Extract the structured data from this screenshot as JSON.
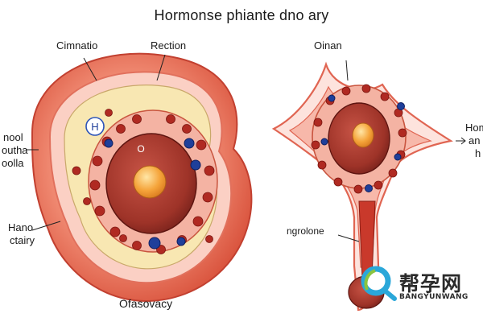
{
  "title": "Hormonse phiante dno ary",
  "labels": {
    "top_left": "Cimnatio",
    "top_center": "Rection",
    "top_right": "Oinan",
    "left_1": "nool",
    "left_2": "outha",
    "left_3": "oolla",
    "left_4": "Hano",
    "left_5": "ctairy",
    "right_1": "Hom",
    "right_2": "an",
    "right_3": "h",
    "center": "ngrolone",
    "bottom": "Ofasovacy"
  },
  "cell_marks": {
    "h_marker": "H",
    "o_marker": "O"
  },
  "watermark": {
    "chinese": "帮孕网",
    "english": "BANGYUNWANG"
  },
  "colors": {
    "outer_layer": "#e36a55",
    "inner_layer": "#f39a86",
    "cytoplasm": "#f8e7b2",
    "nucleus": "#9e3328",
    "nucleolus": "#f5a43a",
    "dots": "#1f3f9a"
  },
  "icons": {
    "watermark_logo": "magnifier-logo-icon"
  }
}
